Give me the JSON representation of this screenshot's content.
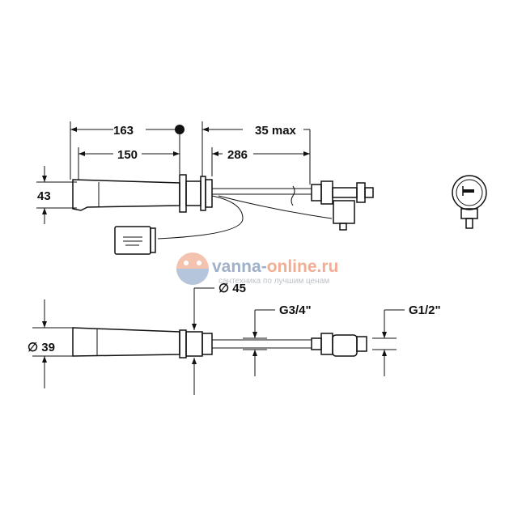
{
  "dimensions": {
    "top_view": {
      "d163": "163",
      "d35max": "35 max",
      "d150": "150",
      "d286": "286",
      "d43": "43"
    },
    "bottom_view": {
      "d39": "∅ 39",
      "d45": "∅ 45",
      "g34": "G3/4\"",
      "g12": "G1/2\""
    }
  },
  "watermark": {
    "brand_a": "vanna-",
    "brand_b": "online.ru",
    "tagline": "сантехника по лучшим ценам",
    "colors": {
      "blue": "#8fa3c0",
      "orange": "#f0a080"
    }
  }
}
